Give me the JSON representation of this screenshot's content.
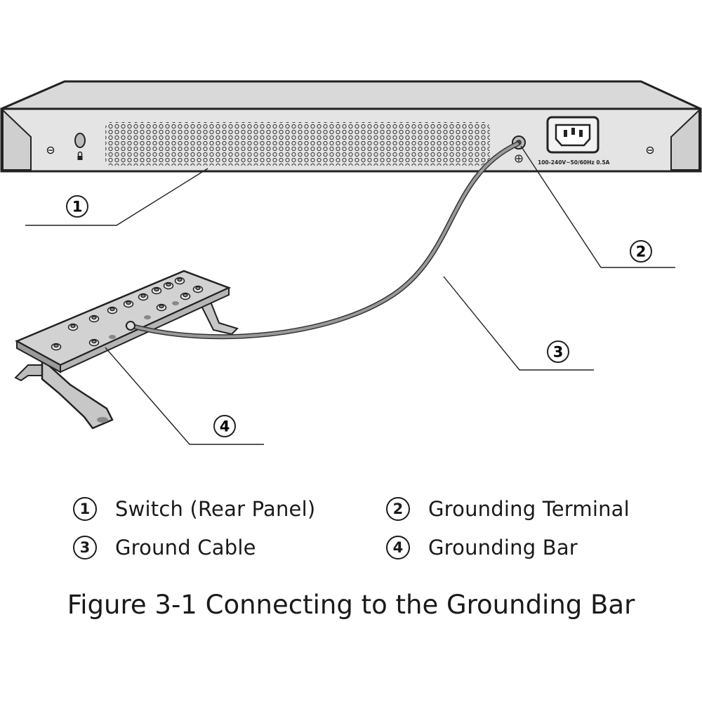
{
  "callouts": [
    {
      "num": "1",
      "label": "Switch (Rear Panel)"
    },
    {
      "num": "2",
      "label": "Grounding Terminal"
    },
    {
      "num": "3",
      "label": "Ground Cable"
    },
    {
      "num": "4",
      "label": "Grounding Bar"
    }
  ],
  "power_label": "100-240V~50/60Hz 0.5A",
  "caption": "Figure 3-1  Connecting to the Grounding Bar"
}
